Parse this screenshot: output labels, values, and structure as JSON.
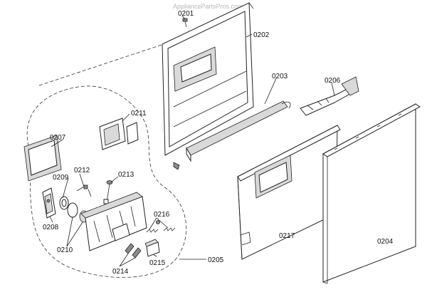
{
  "watermark": "AppliancePartsPros.com",
  "labels": {
    "p0201": "0201",
    "p0202": "0202",
    "p0203": "0203",
    "p0204": "0204",
    "p0205": "0205",
    "p0206": "0206",
    "p0207": "0207",
    "p0208": "0208",
    "p0209": "0209",
    "p0210": "0210",
    "p0211": "0211",
    "p0212": "0212",
    "p0213": "0213",
    "p0214": "0214",
    "p0215": "0215",
    "p0216": "0216",
    "p0217": "0217"
  }
}
